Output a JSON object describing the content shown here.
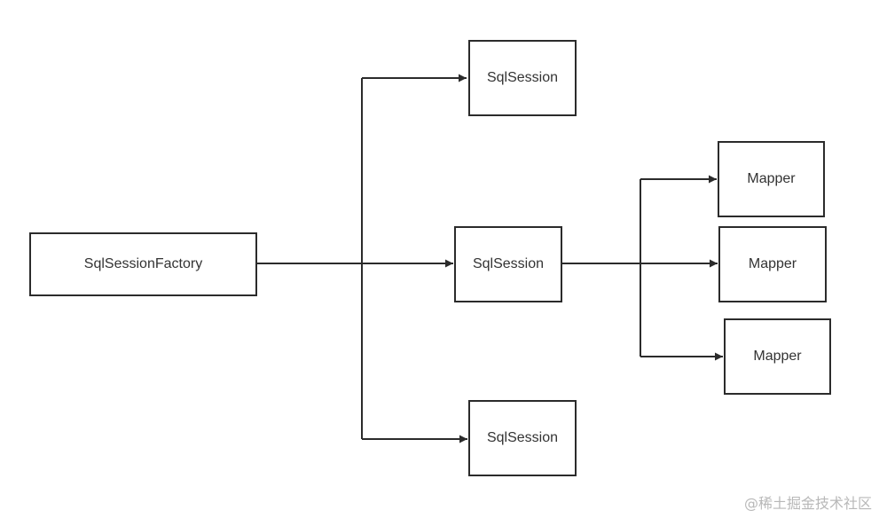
{
  "nodes": {
    "factory": "SqlSessionFactory",
    "session_top": "SqlSession",
    "session_mid": "SqlSession",
    "session_bottom": "SqlSession",
    "mapper_1": "Mapper",
    "mapper_2": "Mapper",
    "mapper_3": "Mapper"
  },
  "watermark": "@稀土掘金技术社区",
  "colors": {
    "stroke": "#2b2b2b",
    "text": "#333333",
    "watermark": "#b8b8b8"
  }
}
